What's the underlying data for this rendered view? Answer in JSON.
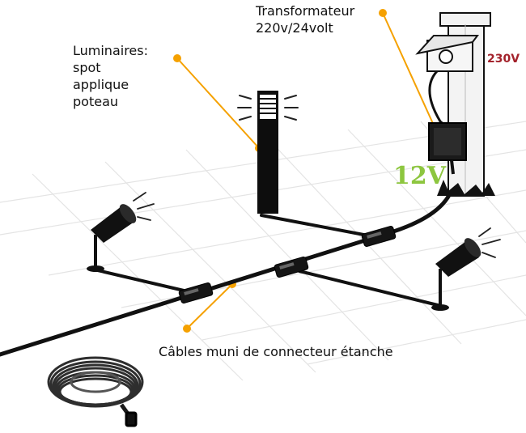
{
  "labels": {
    "transformer": [
      "Transformateur",
      "220v/24volt"
    ],
    "luminaires": [
      "Luminaires:",
      "spot",
      "applique",
      "poteau"
    ],
    "cables": "Câbles muni de connecteur étanche",
    "voltage_in": "230V",
    "voltage_out": "12V"
  },
  "colors": {
    "leader": "#f5a100",
    "voltage_in": "#a3222b",
    "voltage_out": "#8dc63f",
    "cable": "#111111",
    "grid": "#e4e4e4"
  },
  "icons": [
    "transformer-icon",
    "pillar-icon",
    "bollard-light-icon",
    "spot-light-icon",
    "connector-icon",
    "cable-coil-icon"
  ]
}
